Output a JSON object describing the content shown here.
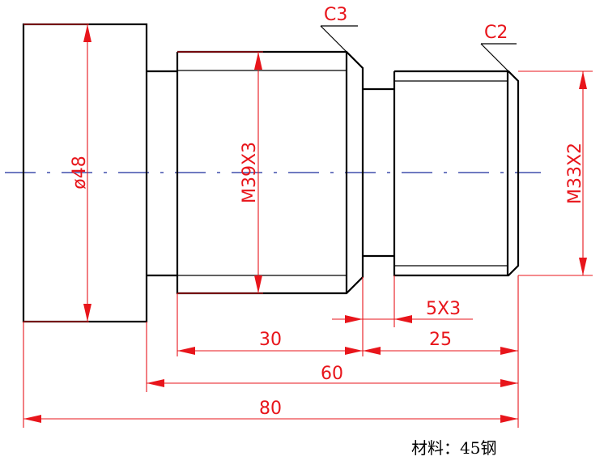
{
  "drawing": {
    "dimensions": {
      "dia_head": "ø48",
      "thread_large": "M39X3",
      "thread_small": "M33X2",
      "chamfer_large": "C3",
      "chamfer_small": "C2",
      "groove": "5X3",
      "len_thread_large": "30",
      "len_thread_small": "25",
      "len_60": "60",
      "len_total": "80"
    },
    "material_note": "材料：45钢",
    "colors": {
      "outline": "#000000",
      "dimension": "#e8151b",
      "centerline": "#1a2a9c"
    }
  }
}
